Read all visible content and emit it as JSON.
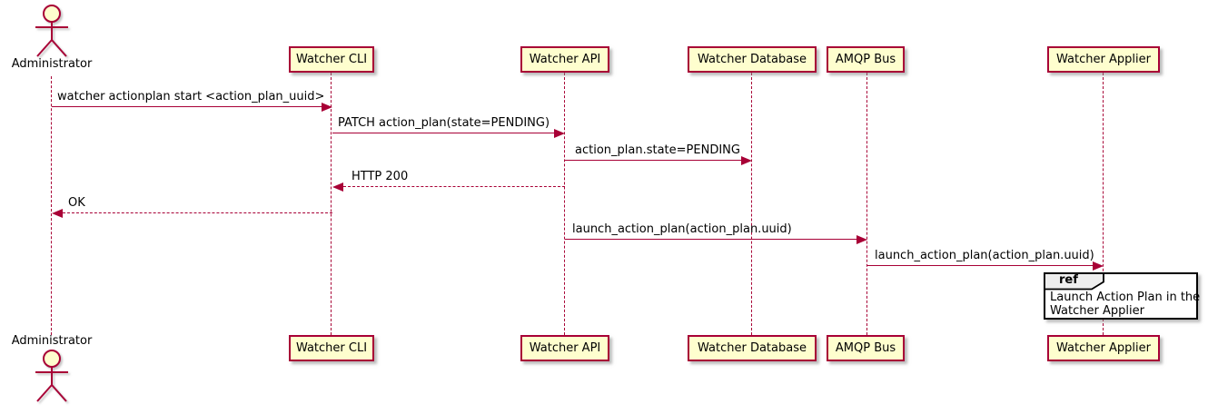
{
  "diagram": {
    "type": "uml-sequence",
    "actor": {
      "name": "Administrator"
    },
    "participants": [
      {
        "name": "Watcher CLI"
      },
      {
        "name": "Watcher API"
      },
      {
        "name": "Watcher Database"
      },
      {
        "name": "AMQP Bus"
      },
      {
        "name": "Watcher Applier"
      }
    ],
    "messages": [
      {
        "from": "Administrator",
        "to": "Watcher CLI",
        "label": "watcher actionplan start <action_plan_uuid>",
        "line": "solid"
      },
      {
        "from": "Watcher CLI",
        "to": "Watcher API",
        "label": "PATCH action_plan(state=PENDING)",
        "line": "solid"
      },
      {
        "from": "Watcher API",
        "to": "Watcher Database",
        "label": "action_plan.state=PENDING",
        "line": "solid"
      },
      {
        "from": "Watcher API",
        "to": "Watcher CLI",
        "label": "HTTP 200",
        "line": "dashed"
      },
      {
        "from": "Watcher CLI",
        "to": "Administrator",
        "label": "OK",
        "line": "dashed"
      },
      {
        "from": "Watcher API",
        "to": "AMQP Bus",
        "label": "launch_action_plan(action_plan.uuid)",
        "line": "solid"
      },
      {
        "from": "AMQP Bus",
        "to": "Watcher Applier",
        "label": "launch_action_plan(action_plan.uuid)",
        "line": "solid"
      }
    ],
    "ref": {
      "keyword": "ref",
      "lines": [
        "Launch Action Plan in the",
        "Watcher Applier"
      ]
    },
    "colors": {
      "participant_fill": "#FEFECE",
      "stroke": "#A80036",
      "text": "#000000",
      "ref_border": "#000000",
      "ref_tab_fill": "#EEEEEE",
      "background": "#FFFFFF"
    }
  }
}
